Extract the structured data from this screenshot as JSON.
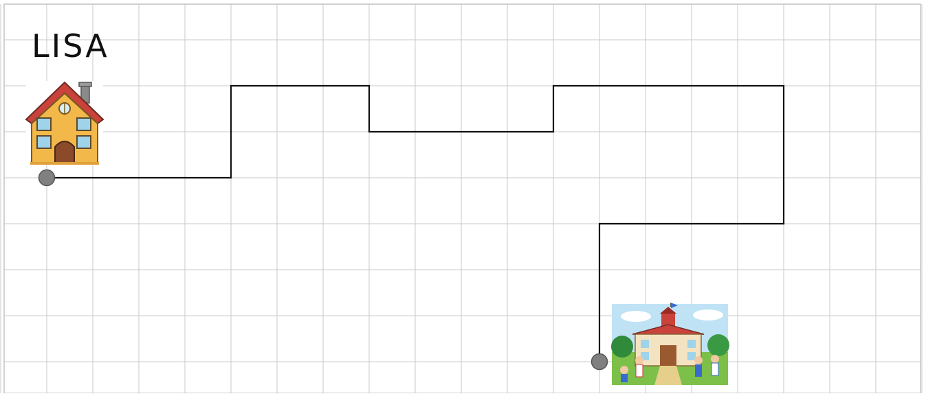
{
  "title": "LISA",
  "grid": {
    "line_color": "#c9c9c9",
    "background": "#ffffff",
    "cells_across": 20,
    "cells_down": 8
  },
  "route": {
    "color": "#111111",
    "start": "house",
    "end": "school",
    "steps": [
      {
        "direction": "right",
        "squares": 4
      },
      {
        "direction": "up",
        "squares": 2
      },
      {
        "direction": "right",
        "squares": 3
      },
      {
        "direction": "down",
        "squares": 1
      },
      {
        "direction": "right",
        "squares": 4
      },
      {
        "direction": "up",
        "squares": 1
      },
      {
        "direction": "right",
        "squares": 5
      },
      {
        "direction": "down",
        "squares": 3
      },
      {
        "direction": "left",
        "squares": 4
      },
      {
        "direction": "down",
        "squares": 3
      }
    ]
  },
  "markers": {
    "color": "#808080",
    "outline": "#555555"
  },
  "icons": {
    "start": "house-icon",
    "end": "school-icon"
  }
}
